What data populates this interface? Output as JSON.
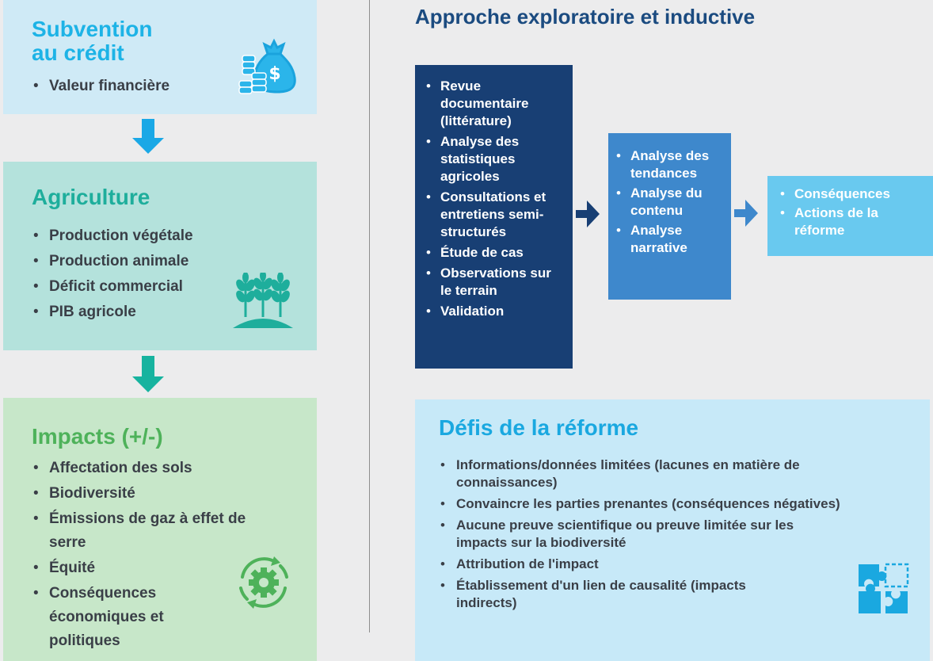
{
  "subvention": {
    "title_line1": "Subvention",
    "title_line2": "au crédit",
    "items": [
      "Valeur financière"
    ]
  },
  "agriculture": {
    "title": "Agriculture",
    "items": [
      "Production végétale",
      "Production animale",
      "Déficit commercial",
      "PIB agricole"
    ]
  },
  "impacts": {
    "title": "Impacts (+/-)",
    "items": [
      "Affectation des sols",
      "Biodiversité",
      "Émissions de gaz à effet de serre",
      "Équité",
      "Conséquences économiques et politiques"
    ]
  },
  "approach": {
    "title": "Approche exploratoire et inductive",
    "methods": [
      "Revue documentaire (littérature)",
      "Analyse des statistiques agricoles",
      "Consultations et entretiens semi-structurés",
      "Étude de cas",
      "Observations sur le terrain",
      "Validation"
    ],
    "analyses": [
      "Analyse des tendances",
      "Analyse du contenu",
      "Analyse narrative"
    ],
    "outcomes": [
      "Conséquences",
      "Actions de la réforme"
    ]
  },
  "challenges": {
    "title": "Défis de la réforme",
    "items": [
      "Informations/données limitées (lacunes en matière de connaissances)",
      "Convaincre les parties prenantes (conséquences négatives)",
      "Aucune preuve scientifique ou preuve limitée sur les impacts sur la biodiversité",
      "Attribution de l'impact",
      "Établissement d'un lien de causalité (impacts indirects)"
    ]
  },
  "colors": {
    "subvention_bg": "#cfeaf6",
    "agriculture_bg": "#b4e2dc",
    "impacts_bg": "#c7e7c9",
    "methods_bg": "#183f74",
    "analyses_bg": "#3e88cc",
    "outcomes_bg": "#69c9ef",
    "challenges_bg": "#c7e9f8"
  },
  "icons": [
    "money-bag-icon",
    "wheat-icon",
    "gear-cycle-icon",
    "puzzle-icon"
  ]
}
